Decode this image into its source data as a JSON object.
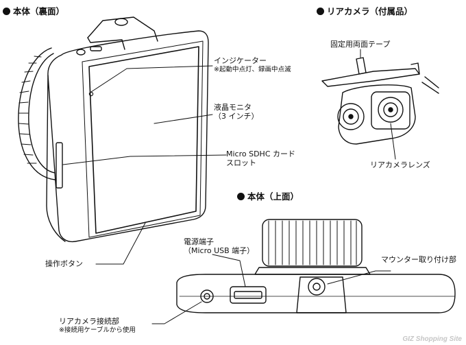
{
  "sections": {
    "back_view": "本体（裏面）",
    "rear_camera": "リアカメラ（付属品）",
    "top_view": "本体（上面）"
  },
  "labels": {
    "indicator": "インジケーター",
    "indicator_note": "※起動中点灯、録画中点滅",
    "monitor": "液晶モニタ",
    "monitor_size": "（3 インチ）",
    "sd_slot_line1": "Micro SDHC カード",
    "sd_slot_line2": "スロット",
    "operation_buttons": "操作ボタン",
    "double_tape": "固定用両面テープ",
    "rear_lens": "リアカメラレンズ",
    "power_terminal_line1": "電源端子",
    "power_terminal_line2": "（Micro USB 端子）",
    "mount_part": "マウンター取り付け部",
    "rear_connector": "リアカメラ接続部",
    "rear_connector_note": "※接続用ケーブルから使用"
  },
  "watermark": "GIZ Shopping Site"
}
